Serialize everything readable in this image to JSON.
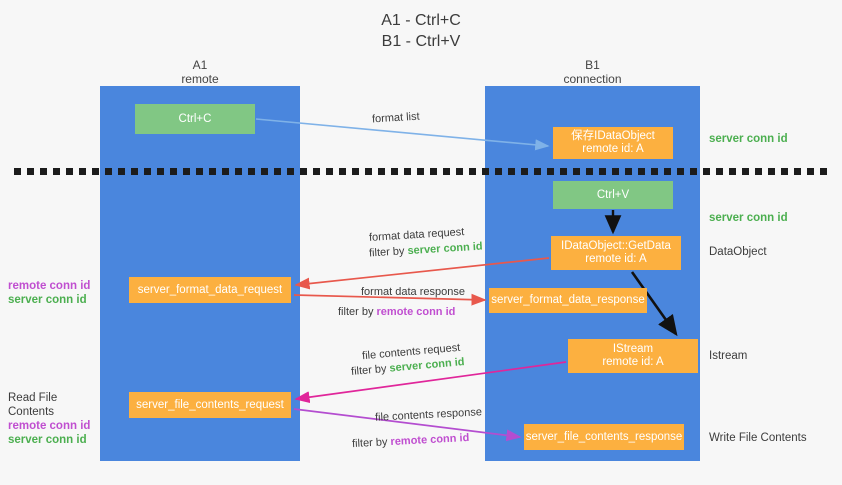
{
  "title": "A1 - Ctrl+C\nB1 - Ctrl+V",
  "columns": {
    "a1": "A1\nremote",
    "b1": "B1\nconnection"
  },
  "nodes": {
    "ctrl_c": "Ctrl+C",
    "idataobject": "保存IDataObject\nremote id: A",
    "ctrl_v": "Ctrl+V",
    "getdata": "IDataObject::GetData\nremote id: A",
    "istream": "IStream\nremote id: A",
    "server_format_data_request": "server_format_data_request",
    "server_format_data_response": "server_format_data_response",
    "server_file_contents_request": "server_file_contents_request",
    "server_file_contents_response": "server_file_contents_response"
  },
  "right_annotations": {
    "server_conn_id_1": "server conn id",
    "server_conn_id_2": "server conn id",
    "dataobject": "DataObject",
    "istream": "Istream",
    "write_file_contents": "Write File Contents"
  },
  "left_annotations": {
    "group1": {
      "remote_conn_id": "remote conn id",
      "server_conn_id": "server conn id"
    },
    "group2": {
      "read_file_contents": "Read File Contents",
      "remote_conn_id": "remote conn id",
      "server_conn_id": "server conn id"
    }
  },
  "edge_labels": {
    "format_list": "format list",
    "format_data_request": "format data request",
    "format_data_request_filter_prefix": "filter by ",
    "format_data_request_filter_value": "server conn id",
    "format_data_response": "format data response",
    "format_data_response_filter_prefix": "filter by ",
    "format_data_response_filter_value": "remote conn id",
    "file_contents_request": "file contents request",
    "file_contents_request_filter_prefix": "filter by ",
    "file_contents_request_filter_value": "server conn id",
    "file_contents_response": "file contents response",
    "file_contents_response_filter_prefix": "filter by ",
    "file_contents_response_filter_value": "remote conn id"
  },
  "colors": {
    "lane": "#4a86dd",
    "green_node": "#81c784",
    "orange_node": "#fcb040",
    "accent_green_text": "#4caf50",
    "accent_purple_text": "#c04fd0",
    "arrow_blue": "#7fb2e8",
    "arrow_red": "#e8584c",
    "arrow_magenta": "#e0269a",
    "arrow_purple": "#b44dd0",
    "arrow_black": "#111111",
    "background": "#f7f7f7"
  }
}
